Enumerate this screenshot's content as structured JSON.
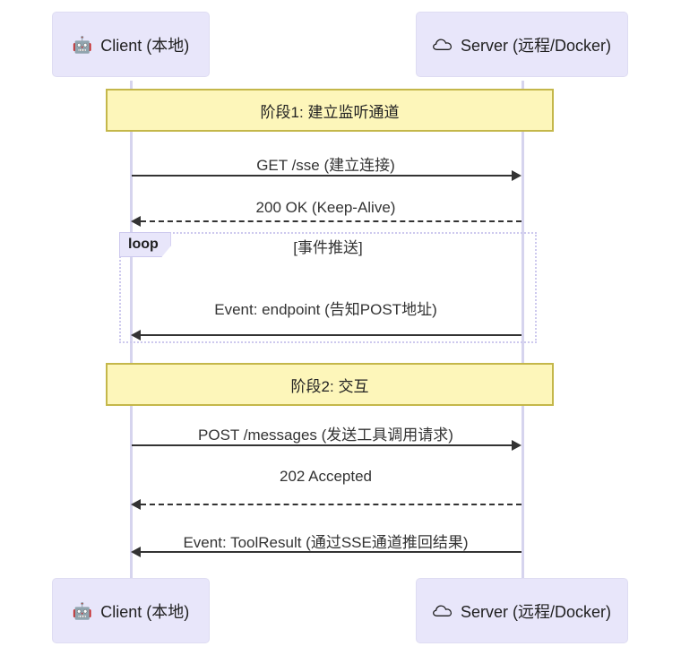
{
  "diagram": {
    "type": "sequence-diagram",
    "colors": {
      "actor_fill": "#e8e6fa",
      "actor_border": "#dedcf2",
      "lifeline": "#d6d4ee",
      "note_fill": "#fdf6ba",
      "note_border": "#c4b74a",
      "loop_border": "#cdc9ee",
      "loop_tag_fill": "#e8e6fa",
      "message_line": "#333333",
      "text": "#333333"
    }
  },
  "participants": [
    {
      "id": "client",
      "icon": "robot-icon",
      "icon_glyph": "🤖",
      "label": "Client (本地)"
    },
    {
      "id": "server",
      "icon": "cloud-icon",
      "icon_glyph": "☁",
      "label": "Server (远程/Docker)"
    }
  ],
  "notes": [
    {
      "id": "phase1",
      "text": "阶段1: 建立监听通道"
    },
    {
      "id": "phase2",
      "text": "阶段2: 交互"
    }
  ],
  "loop": {
    "tag": "loop",
    "title": "[事件推送]"
  },
  "messages": [
    {
      "id": "get-sse",
      "label": "GET /sse (建立连接)",
      "from": "client",
      "to": "server",
      "direction": "right",
      "style": "solid"
    },
    {
      "id": "200-ok",
      "label": "200 OK (Keep-Alive)",
      "from": "server",
      "to": "client",
      "direction": "left",
      "style": "dashed"
    },
    {
      "id": "event-endpoint",
      "label": "Event: endpoint (告知POST地址)",
      "from": "server",
      "to": "client",
      "direction": "left",
      "style": "solid"
    },
    {
      "id": "post-messages",
      "label": "POST /messages (发送工具调用请求)",
      "from": "client",
      "to": "server",
      "direction": "right",
      "style": "solid"
    },
    {
      "id": "202-accepted",
      "label": "202 Accepted",
      "from": "server",
      "to": "client",
      "direction": "left",
      "style": "dashed"
    },
    {
      "id": "event-toolresult",
      "label": "Event: ToolResult (通过SSE通道推回结果)",
      "from": "server",
      "to": "client",
      "direction": "left",
      "style": "solid"
    }
  ]
}
